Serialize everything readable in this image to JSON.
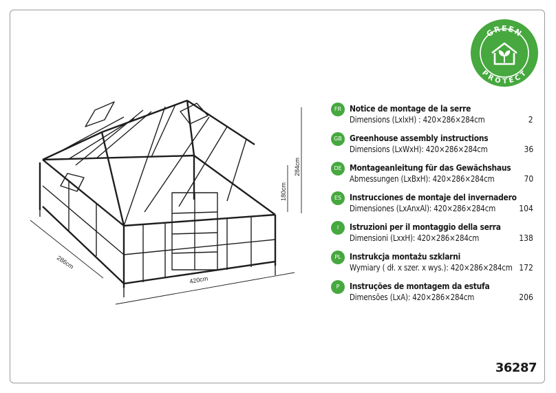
{
  "logo": {
    "top_text": "GREEN",
    "bottom_text": "PROTECT",
    "brand_color": "#46a83e"
  },
  "illustration": {
    "length_label": "420cm",
    "width_label": "286cm",
    "total_height_label": "284cm",
    "side_height_label": "180cm"
  },
  "toc": [
    {
      "code": "FR",
      "title": "Notice de montage de la serre",
      "dimensions": "Dimensions (LxlxH) : 420×286×284cm",
      "page": "2"
    },
    {
      "code": "GB",
      "title": "Greenhouse assembly instructions",
      "dimensions": "Dimensions (LxWxH): 420×286×284cm",
      "page": "36"
    },
    {
      "code": "DE",
      "title": "Montageanleitung für das Gewächshaus",
      "dimensions": "Abmessungen (LxBxH): 420×286×284cm",
      "page": "70"
    },
    {
      "code": "ES",
      "title": "Instrucciones de montaje del invernadero",
      "dimensions": "Dimensiones (LxAnxAl): 420×286×284cm",
      "page": "104"
    },
    {
      "code": "I",
      "title": "Istruzioni per il montaggio della serra",
      "dimensions": "Dimensioni (LxxH): 420×286×284cm",
      "page": "138"
    },
    {
      "code": "PL",
      "title": "Instrukcja montażu szklarni",
      "dimensions": "Wymiary ( dł. x szer. x wys.): 420×286×284cm",
      "page": "172"
    },
    {
      "code": "P",
      "title": "Instruções de montagem da estufa",
      "dimensions": "Dimensões (LxA): 420×286×284cm",
      "page": "206"
    }
  ],
  "product_number": "36287"
}
